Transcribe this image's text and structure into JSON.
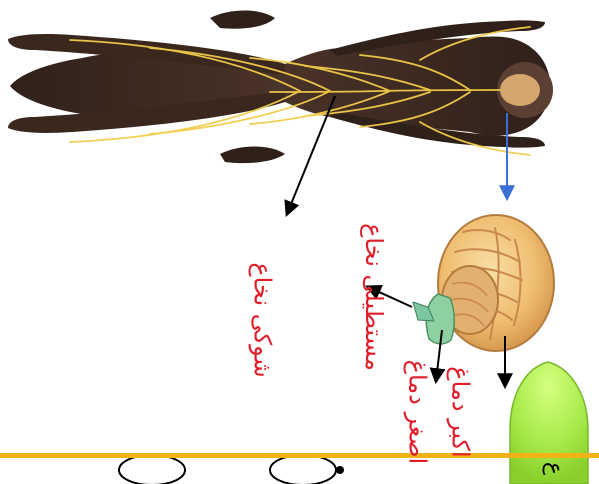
{
  "labels": {
    "spinal": "شوکی نخاع",
    "medulla": "مستطیلی نخاع",
    "cerebellum": "اصغر دماغ",
    "cerebrum": "اکبر دماغ"
  },
  "colors": {
    "label": "#e11d2a",
    "body": "#3c2a22",
    "nerves": "#f2cc4a",
    "brain": "#f1c27d",
    "brainstem": "#8fd0a3",
    "arrow_black": "#000000",
    "arrow_blue": "#3b6fd6",
    "bottom_line": "#f2b318",
    "background": "#ffffff"
  }
}
